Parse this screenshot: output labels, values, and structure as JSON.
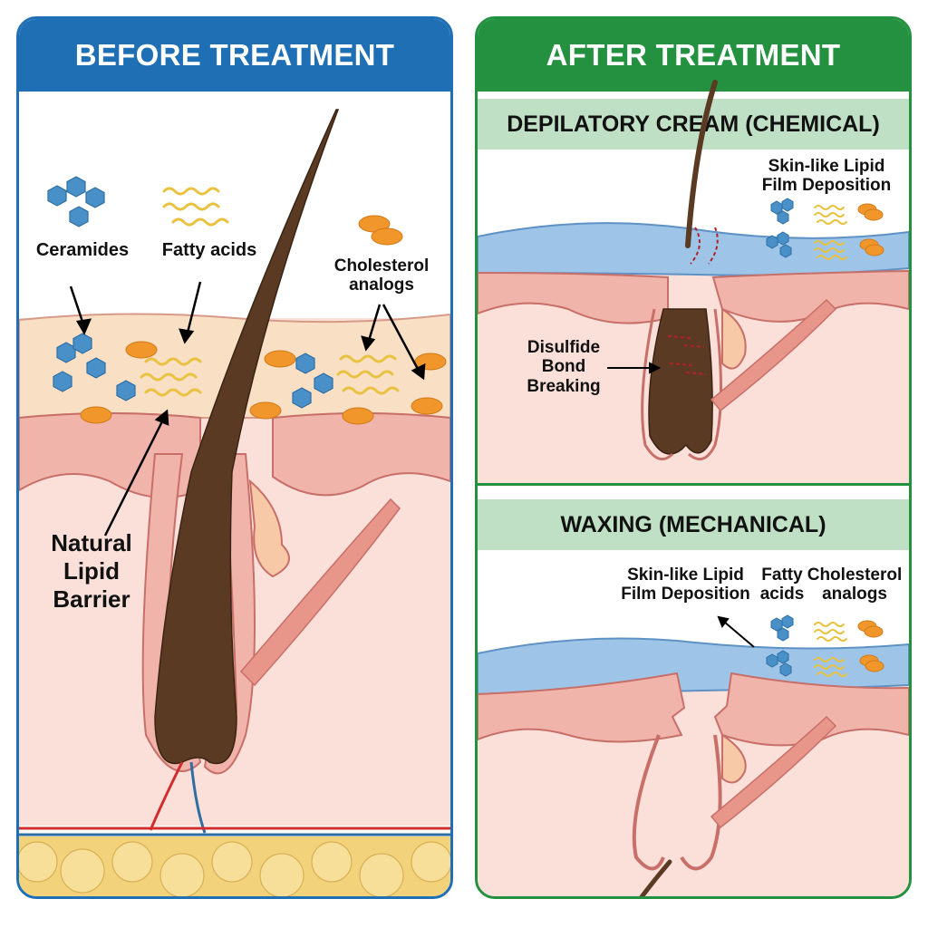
{
  "before_panel": {
    "title": "BEFORE TREATMENT",
    "labels": {
      "ceramides": "Ceramides",
      "fatty_acids": "Fatty acids",
      "cholesterol_1": "Cholesterol",
      "cholesterol_2": "analogs",
      "barrier_1": "Natural",
      "barrier_2": "Lipid",
      "barrier_3": "Barrier"
    }
  },
  "after_panel": {
    "title": "AFTER TREATMENT",
    "depilatory": {
      "title": "DEPILATORY CREAM (CHEMICAL)",
      "film_label_1": "Skin-like Lipid",
      "film_label_2": "Film Deposition",
      "bond_label_1": "Disulfide",
      "bond_label_2": "Bond",
      "bond_label_3": "Breaking"
    },
    "waxing": {
      "title": "WAXING (MECHANICAL)",
      "film_label_1": "Skin-like Lipid",
      "film_label_2": "Film Deposition",
      "fatty_1": "Fatty",
      "fatty_2": "acids",
      "chol_1": "Cholesterol",
      "chol_2": "analogs"
    }
  },
  "colors": {
    "before_accent": "#1f6fb5",
    "after_accent": "#23913f",
    "subheader_bg": "#bfe0c4",
    "ceramide": "#4a90c8",
    "fatty_acid": "#e8c240",
    "cholesterol": "#f0962a",
    "hair": "#5a3a22",
    "dermis": "#fbe0da",
    "lipid_film": "#9ec4e8"
  }
}
